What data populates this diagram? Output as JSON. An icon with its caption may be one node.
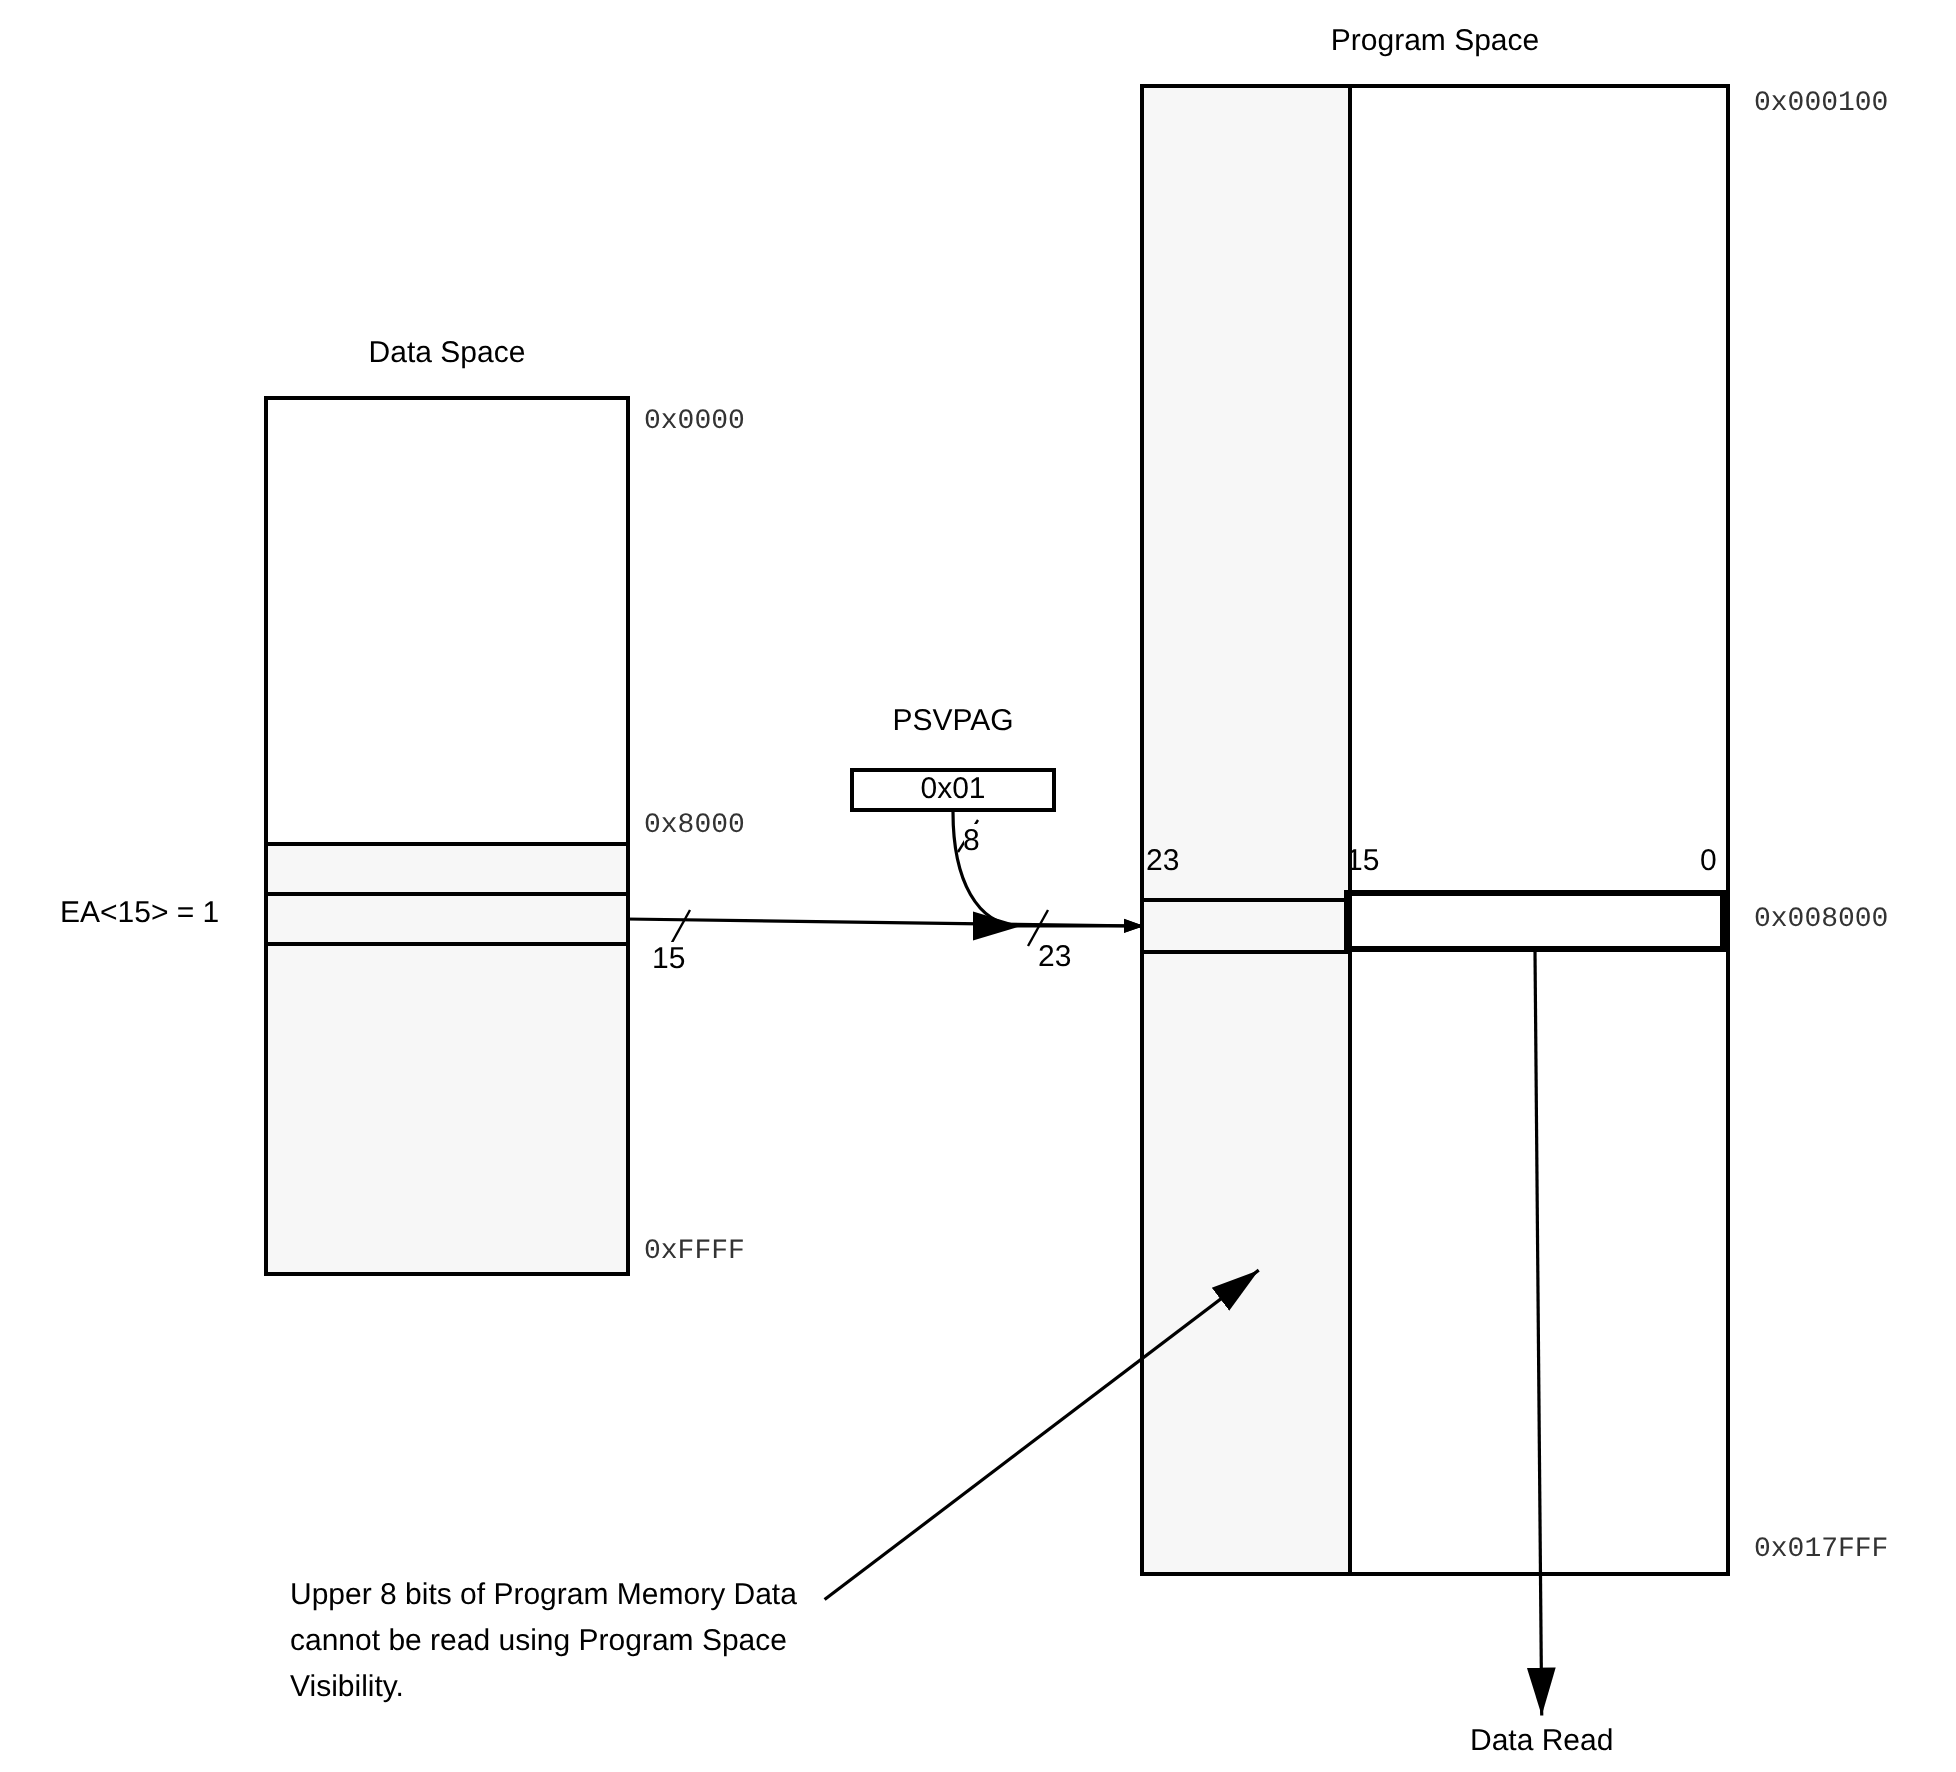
{
  "diagram": {
    "nodes": [
      {
        "text": [
          "Data Space"
        ]
      },
      {
        "text": [],
        "shape": "bar",
        "in": 0,
        "beside": [
          "EA<15> = 1"
        ]
      },
      {
        "text": [
          "PSVPAG",
          "0x01"
        ]
      },
      {
        "text": [
          "Program Space"
        ]
      },
      {
        "text": [],
        "shape": "box",
        "in": 3
      },
      {
        "text": [],
        "shape": "bar",
        "in": 4
      },
      {
        "text": [],
        "shape": "box",
        "in": 3
      },
      {
        "text": [
          "Upper 8 bits of Program Memory Data cannot be read using Program Space Visibility."
        ]
      },
      {
        "text": [
          "Data Read"
        ]
      }
    ],
    "edges": [
      {
        "from": 1,
        "to": 5,
        "arrow": "to",
        "label": "15"
      },
      {
        "from": 2,
        "to": 5,
        "arrow": "to",
        "label": "8"
      },
      {
        "from": 7,
        "to": 4,
        "arrow": "to"
      },
      {
        "from": 6,
        "to": 8,
        "arrow": "to"
      }
    ],
    "labels": [
      "0x000100",
      "0x0000",
      "0x8000",
      "23",
      "15",
      "0",
      "0x008000",
      "23",
      "0xFFFF",
      "0x017FFF"
    ]
  }
}
